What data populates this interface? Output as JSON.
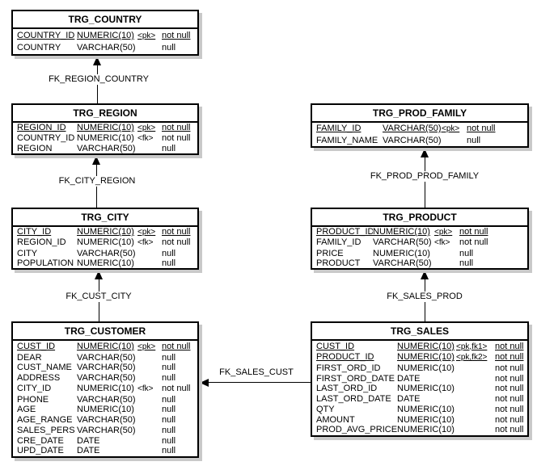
{
  "diagram": {
    "colors": {
      "border": "#000000",
      "text": "#000000",
      "shadow": "#c9c9c9",
      "background": "#ffffff"
    },
    "tables": [
      {
        "title": "TRG_COUNTRY",
        "columns": [
          {
            "name": "COUNTRY_ID",
            "type": "NUMERIC(10)",
            "key": "<pk>",
            "null": "not null",
            "pk": true
          },
          {
            "name": "COUNTRY",
            "type": "VARCHAR(50)",
            "key": "",
            "null": "null",
            "pk": false
          }
        ]
      },
      {
        "title": "TRG_REGION",
        "columns": [
          {
            "name": "REGION_ID",
            "type": "NUMERIC(10)",
            "key": "<pk>",
            "null": "not null",
            "pk": true
          },
          {
            "name": "COUNTRY_ID",
            "type": "NUMERIC(10)",
            "key": "<fk>",
            "null": "not null",
            "pk": false
          },
          {
            "name": "REGION",
            "type": "VARCHAR(50)",
            "key": "",
            "null": "null",
            "pk": false
          }
        ]
      },
      {
        "title": "TRG_CITY",
        "columns": [
          {
            "name": "CITY_ID",
            "type": "NUMERIC(10)",
            "key": "<pk>",
            "null": "not null",
            "pk": true
          },
          {
            "name": "REGION_ID",
            "type": "NUMERIC(10)",
            "key": "<fk>",
            "null": "not null",
            "pk": false
          },
          {
            "name": "CITY",
            "type": "VARCHAR(50)",
            "key": "",
            "null": "null",
            "pk": false
          },
          {
            "name": "POPULATION",
            "type": "NUMERIC(10)",
            "key": "",
            "null": "null",
            "pk": false
          }
        ]
      },
      {
        "title": "TRG_CUSTOMER",
        "columns": [
          {
            "name": "CUST_ID",
            "type": "NUMERIC(10)",
            "key": "<pk>",
            "null": "not null",
            "pk": true
          },
          {
            "name": "DEAR",
            "type": "VARCHAR(50)",
            "key": "",
            "null": "null",
            "pk": false
          },
          {
            "name": "CUST_NAME",
            "type": "VARCHAR(50)",
            "key": "",
            "null": "null",
            "pk": false
          },
          {
            "name": "ADDRESS",
            "type": "VARCHAR(50)",
            "key": "",
            "null": "null",
            "pk": false
          },
          {
            "name": "CITY_ID",
            "type": "NUMERIC(10)",
            "key": "<fk>",
            "null": "not null",
            "pk": false
          },
          {
            "name": "PHONE",
            "type": "VARCHAR(50)",
            "key": "",
            "null": "null",
            "pk": false
          },
          {
            "name": "AGE",
            "type": "NUMERIC(10)",
            "key": "",
            "null": "null",
            "pk": false
          },
          {
            "name": "AGE_RANGE",
            "type": "VARCHAR(50)",
            "key": "",
            "null": "null",
            "pk": false
          },
          {
            "name": "SALES_PERS",
            "type": "VARCHAR(50)",
            "key": "",
            "null": "null",
            "pk": false
          },
          {
            "name": "CRE_DATE",
            "type": "DATE",
            "key": "",
            "null": "null",
            "pk": false
          },
          {
            "name": "UPD_DATE",
            "type": "DATE",
            "key": "",
            "null": "null",
            "pk": false
          }
        ]
      },
      {
        "title": "TRG_PROD_FAMILY",
        "columns": [
          {
            "name": "FAMILY_ID",
            "type": "VARCHAR(50)",
            "key": "<pk>",
            "null": "not null",
            "pk": true
          },
          {
            "name": "FAMILY_NAME",
            "type": "VARCHAR(50)",
            "key": "",
            "null": "null",
            "pk": false
          }
        ]
      },
      {
        "title": "TRG_PRODUCT",
        "columns": [
          {
            "name": "PRODUCT_ID",
            "type": "NUMERIC(10)",
            "key": "<pk>",
            "null": "not null",
            "pk": true
          },
          {
            "name": "FAMILY_ID",
            "type": "VARCHAR(50)",
            "key": "<fk>",
            "null": "not null",
            "pk": false
          },
          {
            "name": "PRICE",
            "type": "NUMERIC(10)",
            "key": "",
            "null": "null",
            "pk": false
          },
          {
            "name": "PRODUCT",
            "type": "VARCHAR(50)",
            "key": "",
            "null": "null",
            "pk": false
          }
        ]
      },
      {
        "title": "TRG_SALES",
        "columns": [
          {
            "name": "CUST_ID",
            "type": "NUMERIC(10)",
            "key": "<pk,fk1>",
            "null": "not null",
            "pk": true
          },
          {
            "name": "PRODUCT_ID",
            "type": "NUMERIC(10)",
            "key": "<pk,fk2>",
            "null": "not null",
            "pk": true
          },
          {
            "name": "FIRST_ORD_ID",
            "type": "NUMERIC(10)",
            "key": "",
            "null": "not null",
            "pk": false
          },
          {
            "name": "FIRST_ORD_DATE",
            "type": "DATE",
            "key": "",
            "null": "not null",
            "pk": false
          },
          {
            "name": "LAST_ORD_ID",
            "type": "NUMERIC(10)",
            "key": "",
            "null": "not null",
            "pk": false
          },
          {
            "name": "LAST_ORD_DATE",
            "type": "DATE",
            "key": "",
            "null": "not null",
            "pk": false
          },
          {
            "name": "QTY",
            "type": "NUMERIC(10)",
            "key": "",
            "null": "not null",
            "pk": false
          },
          {
            "name": "AMOUNT",
            "type": "NUMERIC(10)",
            "key": "",
            "null": "not null",
            "pk": false
          },
          {
            "name": "PROD_AVG_PRICE",
            "type": "NUMERIC(10)",
            "key": "",
            "null": "not null",
            "pk": false
          }
        ]
      }
    ],
    "relations": [
      {
        "label": "FK_REGION_COUNTRY",
        "arrow_direction": "up"
      },
      {
        "label": "FK_CITY_REGION",
        "arrow_direction": "up"
      },
      {
        "label": "FK_CUST_CITY",
        "arrow_direction": "up"
      },
      {
        "label": "FK_PROD_PROD_FAMILY",
        "arrow_direction": "up"
      },
      {
        "label": "FK_SALES_PROD",
        "arrow_direction": "up"
      },
      {
        "label": "FK_SALES_CUST",
        "arrow_direction": "left"
      }
    ]
  }
}
